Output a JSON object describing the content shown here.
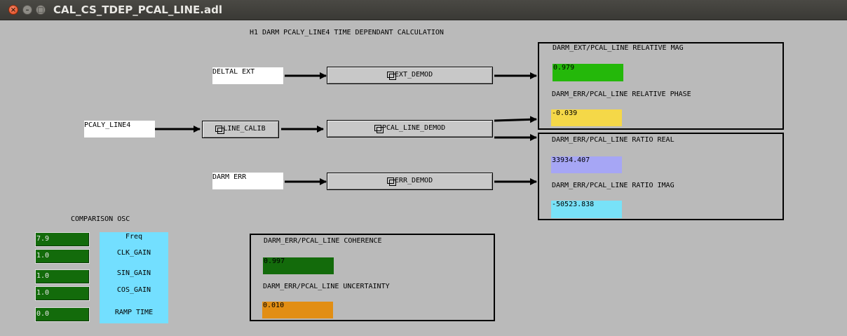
{
  "window": {
    "title": "CAL_CS_TDEP_PCAL_LINE.adl",
    "close_glyph": "×",
    "min_glyph": "–",
    "max_glyph": "□"
  },
  "header": {
    "text": "H1 DARM PCALY_LINE4 TIME DEPENDANT CALCULATION"
  },
  "inputs": {
    "deltal_ext": "DELTAL EXT",
    "pcaly_line4": "PCALY_LINE4",
    "darm_err": "DARM ERR"
  },
  "buttons": {
    "line_calib": "LINE_CALIB",
    "ext_demod": "EXT_DEMOD",
    "pcal_line_demod": "PCAL_LINE_DEMOD",
    "err_demod": "ERR_DEMOD"
  },
  "results": {
    "rel_mag": {
      "label": "DARM_EXT/PCAL_LINE RELATIVE MAG",
      "value": "0.979",
      "color": "#24b80a"
    },
    "rel_phase": {
      "label": "DARM_ERR/PCAL_LINE RELATIVE PHASE",
      "value": "-0.039",
      "color": "#f5d848"
    },
    "ratio_real": {
      "label": "DARM_ERR/PCAL_LINE RATIO REAL",
      "value": "33934.407",
      "color": "#a6a6f5"
    },
    "ratio_imag": {
      "label": "DARM_ERR/PCAL_LINE RATIO IMAG",
      "value": "-50523.838",
      "color": "#78e2f8"
    },
    "coherence": {
      "label": "DARM_ERR/PCAL_LINE COHERENCE",
      "value": "0.997",
      "color": "#136b0b"
    },
    "uncertainty": {
      "label": "DARM_ERR/PCAL_LINE UNCERTAINTY",
      "value": "0.010",
      "color": "#e28e14"
    }
  },
  "osc": {
    "title": "COMPARISON OSC",
    "freq_label": "Freq",
    "freq_value": "7.9",
    "clk_gain_label": "CLK_GAIN",
    "clk_gain_value": "1.0",
    "sin_gain_label": "SIN_GAIN",
    "sin_gain_value": "1.0",
    "cos_gain_label": "COS_GAIN",
    "cos_gain_value": "1.0",
    "ramp_time_label": "RAMP TIME",
    "ramp_time_value": "0.0"
  },
  "icons": {
    "related_display": "related-display-icon",
    "arrow": "arrow-right-icon"
  }
}
